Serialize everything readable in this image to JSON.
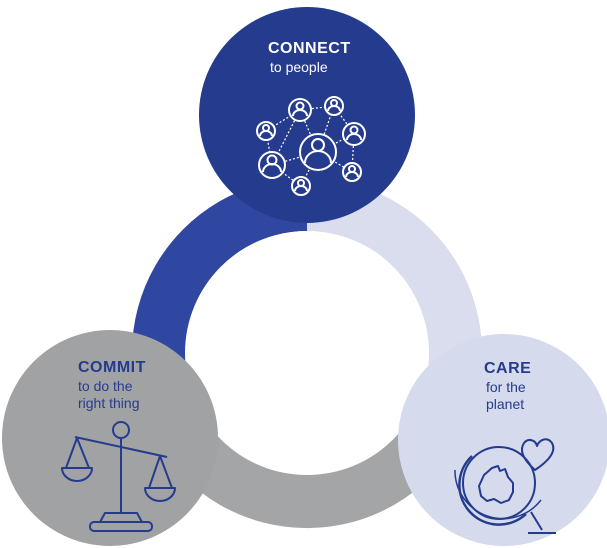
{
  "diagram": {
    "connect": {
      "title": "CONNECT",
      "subtitle": "to people",
      "color": "#253c8e",
      "icon": "people-network-icon"
    },
    "commit": {
      "title": "COMMIT",
      "subtitle": "to do the\nright thing",
      "color": "#a1a2a4",
      "icon": "scales-icon"
    },
    "care": {
      "title": "CARE",
      "subtitle": "for the\nplanet",
      "color": "#d5daec",
      "icon": "globe-heart-icon"
    },
    "ring_colors": {
      "blue": "#2f47a0",
      "light": "#d9ddee",
      "grey": "#a4a5a7"
    }
  }
}
